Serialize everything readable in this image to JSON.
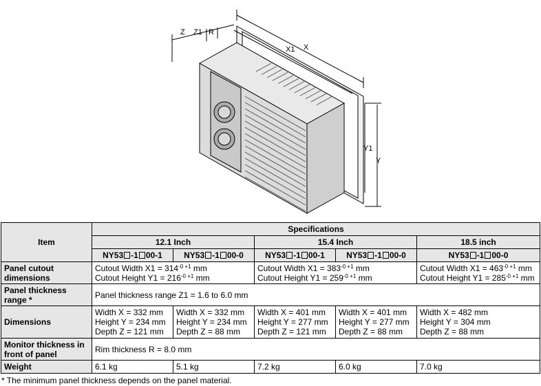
{
  "drawing": {
    "labels": {
      "z": "Z",
      "z1": "Z1",
      "r": "R",
      "x1": "X1",
      "x": "X",
      "y1": "Y1",
      "y": "Y"
    }
  },
  "table": {
    "item_header": "Item",
    "specifications_header": "Specifications",
    "sizes": [
      "12.1 Inch",
      "15.4 Inch",
      "18.5 inch"
    ],
    "models": [
      {
        "prefix": "NY53",
        "mid": "-1",
        "suffix": "00-1"
      },
      {
        "prefix": "NY53",
        "mid": "-1",
        "suffix": "00-0"
      },
      {
        "prefix": "NY53",
        "mid": "-1",
        "suffix": "00-1"
      },
      {
        "prefix": "NY53",
        "mid": "-1",
        "suffix": "00-0"
      },
      {
        "prefix": "NY53",
        "mid": "-1",
        "suffix": "00-0"
      }
    ],
    "rows": {
      "cutout": {
        "label": "Panel cutout dimensions",
        "groups": [
          {
            "width_text": "Cutout Width X1 = 314",
            "width_tol": "-0 +1",
            "width_unit": " mm",
            "height_text": "Cutout Height Y1 = 216",
            "height_tol": "-0 +1",
            "height_unit": " mm"
          },
          {
            "width_text": "Cutout Width X1 = 383",
            "width_tol": "-0 +1",
            "width_unit": " mm",
            "height_text": "Cutout Height Y1 = 259",
            "height_tol": "-0 +1",
            "height_unit": " mm"
          },
          {
            "width_text": "Cutout Width X1 = 463",
            "width_tol": "-0 +1",
            "width_unit": " mm",
            "height_text": "Cutout Height Y1 = 285",
            "height_tol": "-0 +1",
            "height_unit": " mm"
          }
        ]
      },
      "thickness": {
        "label": "Panel thickness range ",
        "label_mark": "*",
        "value": "Panel thickness range Z1 = 1.6 to 6.0 mm"
      },
      "dimensions": {
        "label": "Dimensions",
        "cells": [
          {
            "w": "Width X = 332 mm",
            "h": "Height Y = 234 mm",
            "d": "Depth Z = 121 mm"
          },
          {
            "w": "Width X = 332 mm",
            "h": "Height Y = 234 mm",
            "d": "Depth Z = 88 mm"
          },
          {
            "w": "Width X = 401 mm",
            "h": "Height Y = 277 mm",
            "d": "Depth Z = 121 mm"
          },
          {
            "w": "Width X = 401 mm",
            "h": "Height Y = 277 mm",
            "d": "Depth Z = 88 mm"
          },
          {
            "w": "Width X = 482 mm",
            "h": "Height Y = 304 mm",
            "d": "Depth Z = 88 mm"
          }
        ]
      },
      "monitor": {
        "label": "Monitor thickness in front of panel",
        "value": "Rim thickness R = 8.0 mm"
      },
      "weight": {
        "label": "Weight",
        "values": [
          "6.1 kg",
          "5.1 kg",
          "7.2 kg",
          "6.0 kg",
          "7.0 kg"
        ]
      }
    }
  },
  "footnote": {
    "mark": "*",
    "text": "The minimum panel thickness depends on the panel material."
  }
}
